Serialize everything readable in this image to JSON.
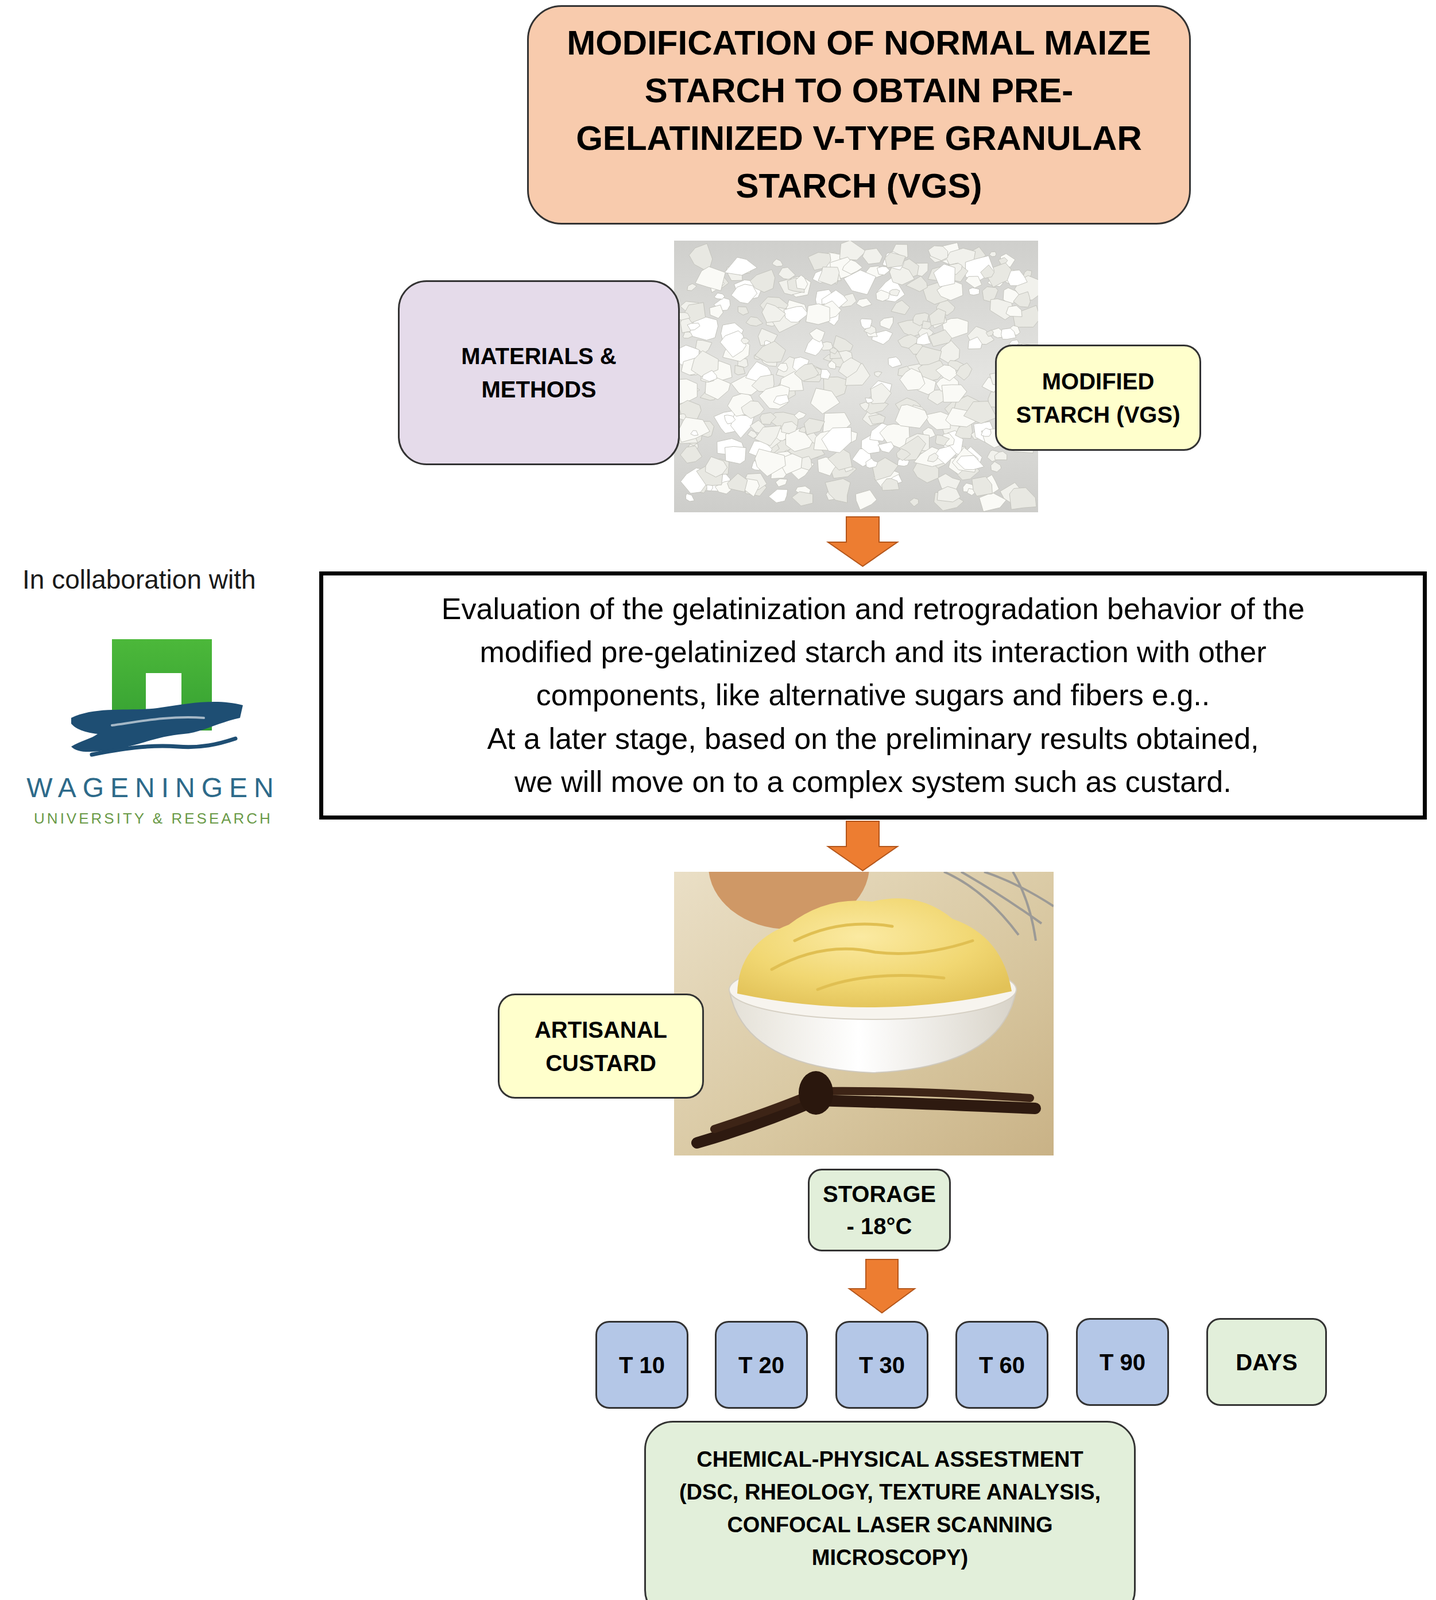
{
  "diagram": {
    "nodes": [
      {
        "text": [
          "MODIFICATION OF NORMAL MAIZE STARCH TO OBTAIN PRE-GELATINIZED V-TYPE GRANULAR STARCH (VGS)"
        ]
      },
      {
        "text": [
          "MATERIALS & METHODS"
        ]
      },
      {
        "text": [
          "MODIFIED STARCH (VGS)"
        ]
      },
      {
        "text": [
          "Evaluation of the gelatinization and retrogradation behavior of the modified pre-gelatinized starch and its interaction with other components, like alternative sugars and fibers e.g..",
          "At a later stage, based on the preliminary results obtained, we will move on to a complex system such as custard."
        ]
      },
      {
        "text": [
          "ARTISANAL CUSTARD"
        ]
      },
      {
        "text": [
          "STORAGE - 18°C"
        ]
      },
      {
        "text": [
          "T 10"
        ]
      },
      {
        "text": [
          "T 20"
        ]
      },
      {
        "text": [
          "T 30"
        ]
      },
      {
        "text": [
          "T 60"
        ]
      },
      {
        "text": [
          "T 90"
        ]
      },
      {
        "text": [
          "DAYS"
        ]
      },
      {
        "text": [
          "CHEMICAL-PHYSICAL ASSESTMENT",
          "(DSC, RHEOLOGY, TEXTURE ANALYSIS, CONFOCAL LASER SCANNING MICROSCOPY)"
        ]
      }
    ],
    "edges": [
      {
        "from": 5,
        "to": 8,
        "arrow": "to"
      }
    ],
    "labels": [
      "In collaboration with",
      "WAGENINGEN",
      "UNIVERSITY & RESEARCH"
    ]
  }
}
